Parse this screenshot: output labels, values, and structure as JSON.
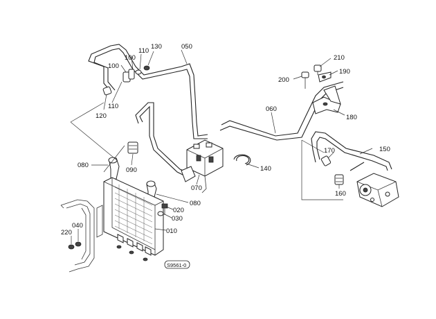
{
  "callouts": {
    "c010": "010",
    "c020": "020",
    "c030": "030",
    "c040": "040",
    "c050": "050",
    "c060": "060",
    "c070": "070",
    "c080a": "080",
    "c080b": "080",
    "c090": "090",
    "c100a": "100",
    "c100b": "100",
    "c110a": "110",
    "c110b": "110",
    "c120": "120",
    "c130": "130",
    "c140": "140",
    "c150": "150",
    "c160": "160",
    "c170": "170",
    "c180": "180",
    "c190": "190",
    "c200": "200",
    "c210": "210",
    "c220": "220"
  },
  "drawing_code": "S9561-0"
}
